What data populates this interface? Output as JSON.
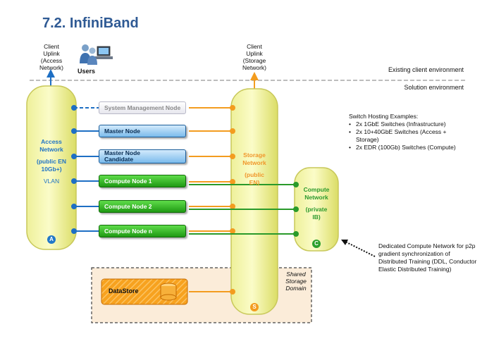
{
  "title": "7.2. InfiniBand",
  "client_uplink_access": [
    "Client",
    "Uplink",
    "(Access",
    "Network)"
  ],
  "client_uplink_storage": [
    "Client",
    "Uplink",
    "(Storage",
    "Network)"
  ],
  "users_label": "Users",
  "environment": {
    "existing": "Existing client environment",
    "solution": "Solution environment"
  },
  "access_network": {
    "lines": [
      "Access",
      "Network",
      "",
      "(public EN",
      "10Gb+)",
      "",
      "VLAN"
    ],
    "badge": "A",
    "color": "#2278c8"
  },
  "storage_network": {
    "lines": [
      "Storage",
      "Network",
      "",
      "(public",
      "EN)"
    ],
    "badge": "S",
    "color": "#f39c1f"
  },
  "compute_network": {
    "lines": [
      "Compute",
      "Network",
      "",
      "(private",
      "IB)"
    ],
    "badge": "C",
    "color": "#2ca02c"
  },
  "nodes": [
    {
      "label": "System Management Node",
      "style": "grey"
    },
    {
      "label": "Master Node",
      "style": "blue"
    },
    {
      "label": "Master Node Candidate",
      "style": "blue"
    },
    {
      "label": "Compute Node 1",
      "style": "green"
    },
    {
      "label": "Compute Node 2",
      "style": "green"
    },
    {
      "label": "Compute Node n",
      "style": "green"
    }
  ],
  "datastore_label": "DataStore",
  "shared_storage_domain": [
    "Shared",
    "Storage",
    "Domain"
  ],
  "switch_hosting": {
    "heading": "Switch Hosting Examples:",
    "items": [
      "2x 1GbE Switches (Infrastructure)",
      "2x 10+40GbE Switches (Access + Storage)",
      "2x EDR (100Gb) Switches (Compute)"
    ]
  },
  "dedicated_compute_note": "Dedicated Compute Network for p2p gradient synchronization of Distributed Training (DDL, Conductor Elastic Distributed Training)",
  "colors": {
    "access_line": "#1e6fc4",
    "storage_line": "#f39c1f",
    "compute_line": "#2a9a2a",
    "title": "#2f5a94"
  }
}
